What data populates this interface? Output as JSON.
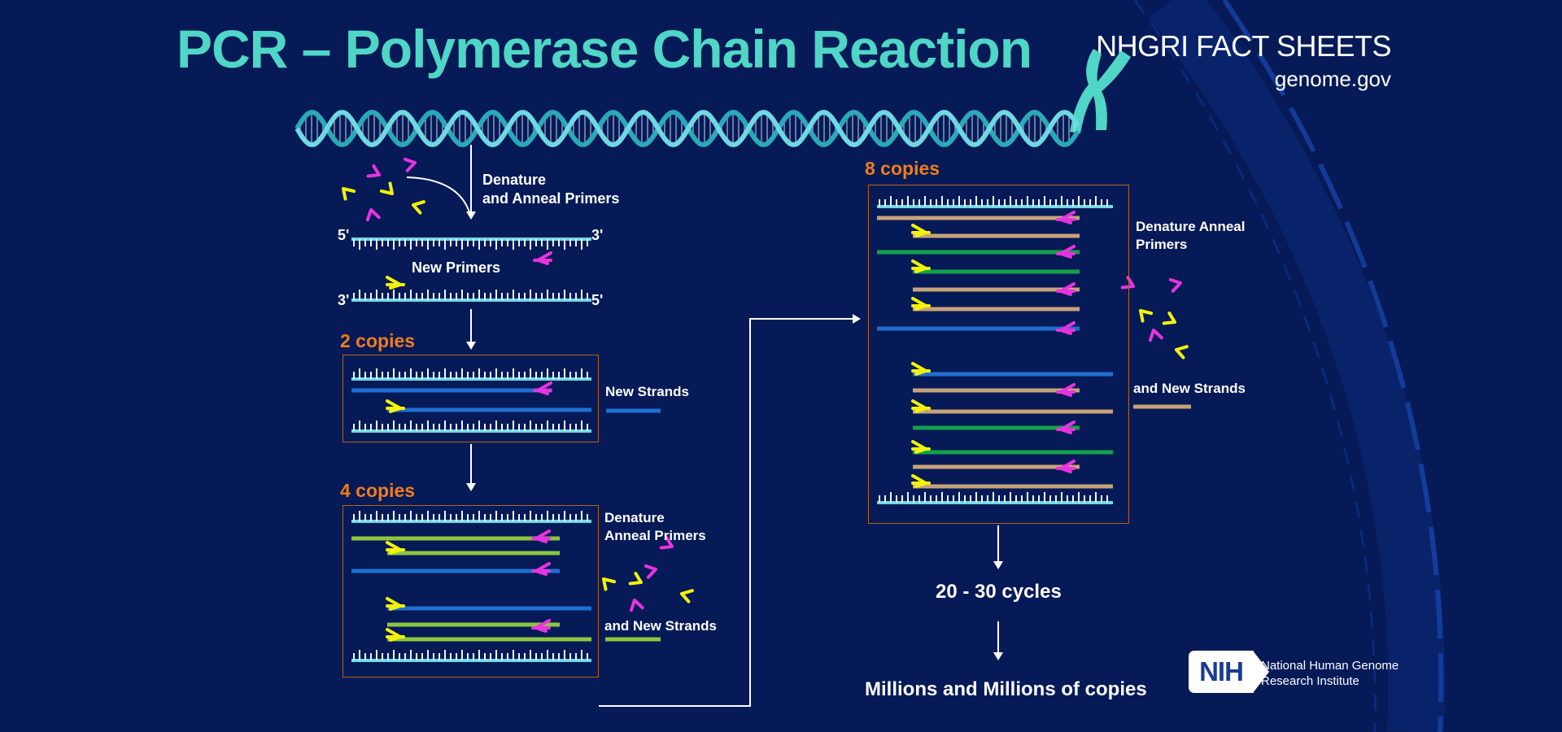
{
  "header": {
    "title": "PCR – Polymerase Chain Reaction",
    "fact_sheets": "NHGRI FACT SHEETS",
    "url": "genome.gov"
  },
  "steps": {
    "denature": "Denature",
    "anneal": "and Anneal Primers",
    "new_primers": "New Primers",
    "five_prime": "5'",
    "three_prime": "3'",
    "new_strands": "New Strands",
    "denature_anneal_line1": "Denature",
    "denature_anneal_line2": "Anneal Primers",
    "and_new_strands": "and New Strands",
    "right_denature_anneal_line1": "Denature Anneal",
    "right_denature_anneal_line2": "Primers",
    "right_and_new_strands": "and New Strands"
  },
  "copies": {
    "two": "2 copies",
    "four": "4 copies",
    "eight": "8 copies"
  },
  "results": {
    "cycles": "20 - 30 cycles",
    "millions": "Millions and Millions of copies"
  },
  "footer": {
    "nih_logo": "NIH",
    "institute_line1": "National Human Genome",
    "institute_line2": "Research Institute"
  },
  "colors": {
    "background": "#051a57",
    "title": "#4fd6c6",
    "template_strand": "#6fd8e3",
    "primer_forward": "#f2f20a",
    "primer_reverse": "#e933e0",
    "strand_cycle1": "#1f6fd1",
    "strand_cycle2": "#8dc63f",
    "strand_cycle3": "#c7a37a",
    "strand_green": "#12a24a",
    "copies_label": "#f07d1a",
    "panel_border": "#b5651d"
  }
}
